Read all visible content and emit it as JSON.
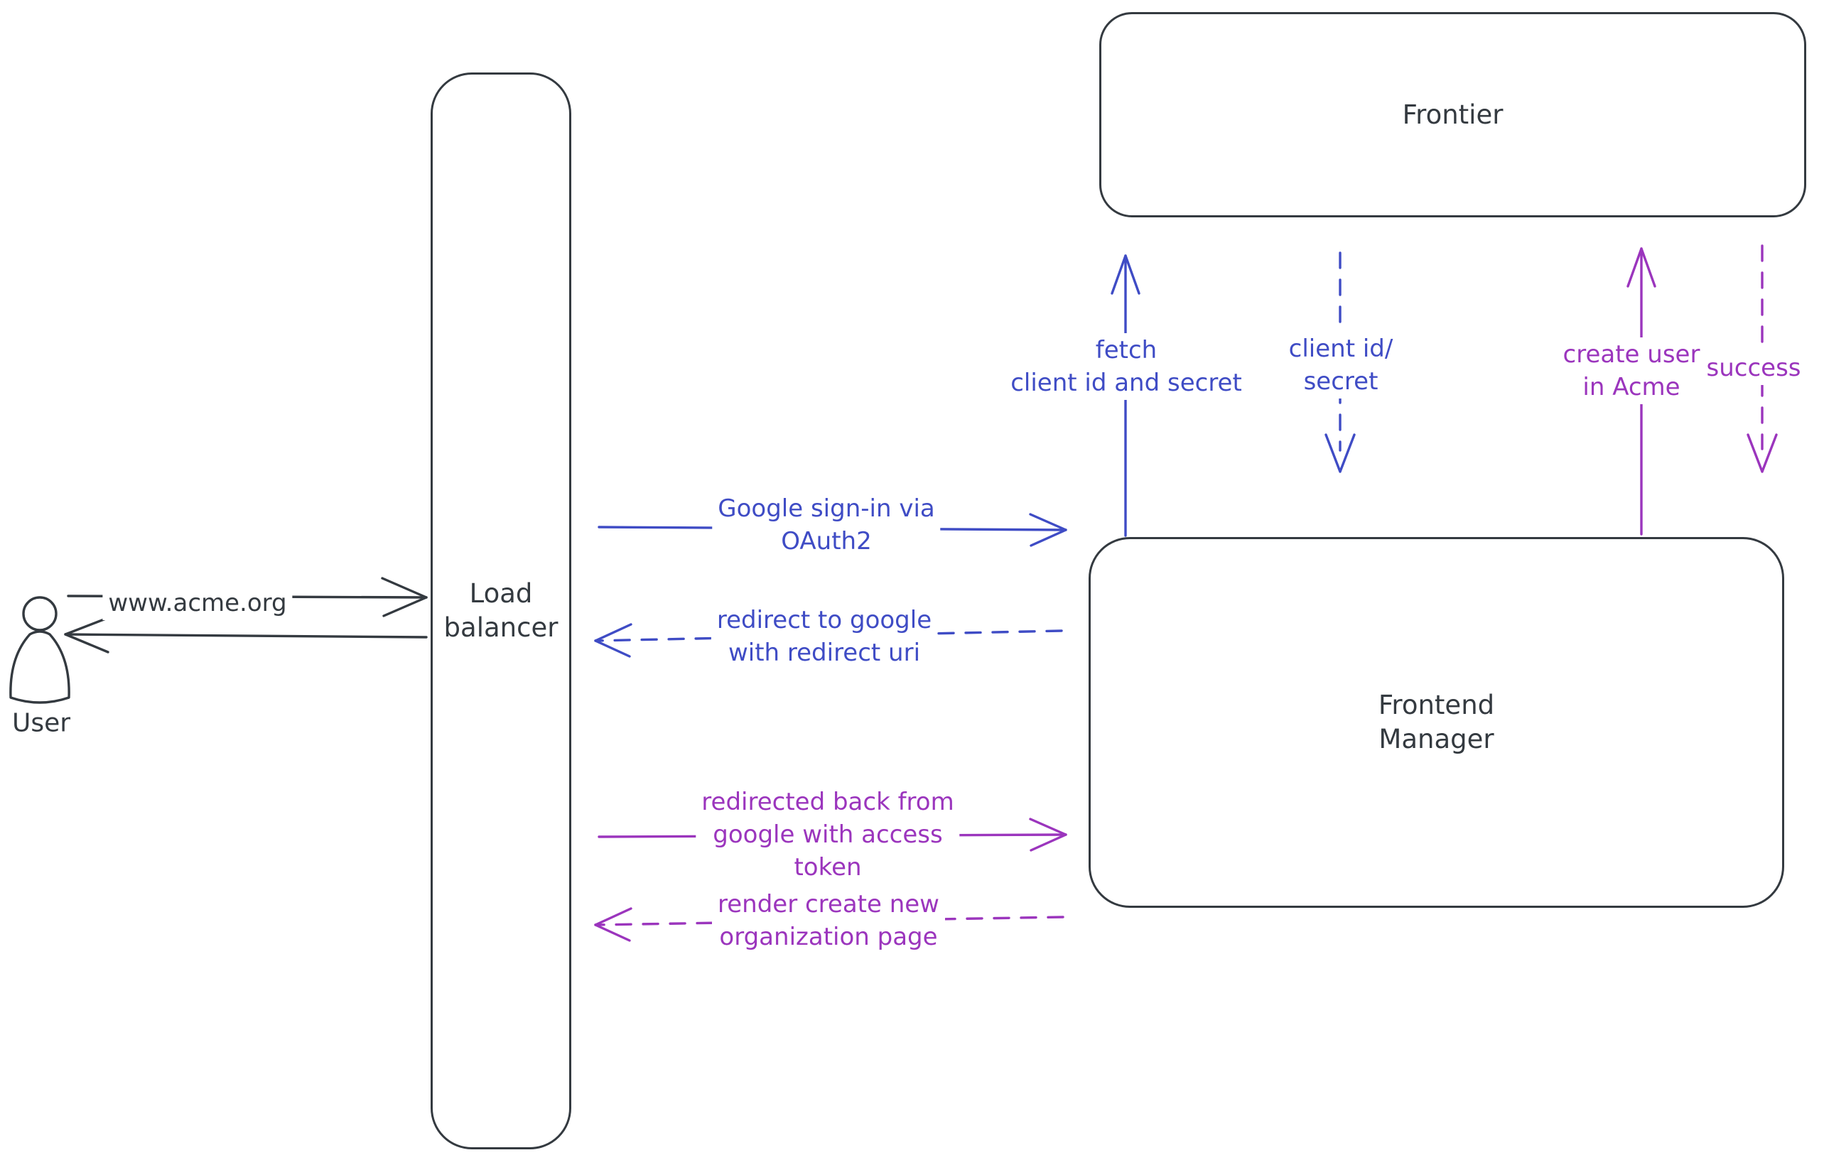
{
  "colors": {
    "ink": "#343a40",
    "blue": "#3f4cc5",
    "purple": "#9b35bd",
    "hatch": "#ccd7e0",
    "background": "#ffffff"
  },
  "nodes": {
    "user": {
      "label": "User"
    },
    "load_balancer": {
      "line1": "Load",
      "line2": "balancer"
    },
    "frontier": {
      "label": "Frontier"
    },
    "frontend_manager": {
      "line1": "Frontend",
      "line2": "Manager"
    }
  },
  "messages": {
    "www_acme": {
      "text": "www.acme.org"
    },
    "google_signin": {
      "line1": "Google sign-in via",
      "line2": "OAuth2"
    },
    "redirect_google": {
      "line1": "redirect to google",
      "line2": "with redirect uri"
    },
    "redirected_back": {
      "line1": "redirected back from",
      "line2": "google with access",
      "line3": "token"
    },
    "render_org_page": {
      "line1": "render create new",
      "line2": "organization page"
    },
    "fetch_creds": {
      "line1": "fetch",
      "line2": "client id and secret"
    },
    "client_id_secret": {
      "line1": "client id/",
      "line2": "secret"
    },
    "create_user": {
      "line1": "create user",
      "line2": "in Acme"
    },
    "success": {
      "text": "success"
    }
  }
}
